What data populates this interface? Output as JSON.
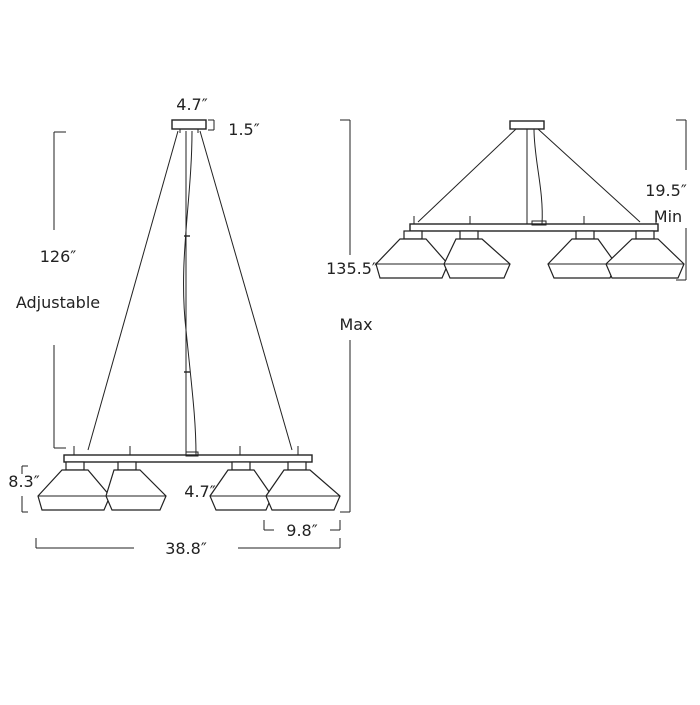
{
  "full_view": {
    "canopy_width": "4.7″",
    "canopy_height": "1.5″",
    "cord_length_line1": "126″",
    "cord_length_line2": "Adjustable",
    "overall_max_line1": "135.5″",
    "overall_max_line2": "Max",
    "shade_height": "8.3″",
    "shade_top_width": "4.7″",
    "shade_width": "9.8″",
    "overall_width": "38.8″"
  },
  "compact_view": {
    "min_height_line1": "19.5″",
    "min_height_line2": "Min"
  }
}
